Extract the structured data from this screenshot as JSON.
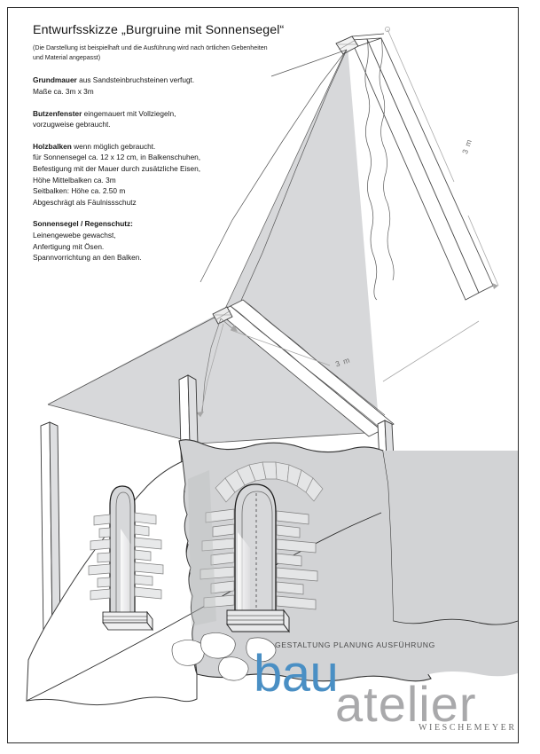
{
  "document": {
    "title": "Entwurfsskizze  „Burgruine mit Sonnensegel“",
    "subnote_line1": "(Die Darstellung ist beispielhaft und die Ausführung wird nach örtlichen",
    "subnote_line2": "Gebenheiten und Material angepasst)"
  },
  "sections": [
    {
      "heading": "Grundmauer",
      "heading_rest": " aus Sandsteinbruchsteinen verfugt.",
      "lines": [
        "Maße ca. 3m x 3m"
      ]
    },
    {
      "heading": "Butzenfenster",
      "heading_rest": " eingemauert mit Vollziegeln,",
      "lines": [
        "vorzugweise gebraucht."
      ]
    },
    {
      "heading": "Holzbalken",
      "heading_rest": " wenn möglich gebraucht.",
      "lines": [
        "für Sonnensegel ca. 12 x 12 cm, in Balkenschuhen,",
        "Befestigung mit der Mauer durch zusätzliche Eisen,",
        "Höhe Mittelbalken ca. 3m",
        "Seitbalken: Höhe ca. 2.50 m",
        "Abgeschrägt als Fäulnissschutz"
      ]
    },
    {
      "heading": "Sonnensegel / Regenschutz:",
      "heading_rest": "",
      "lines": [
        "Leinengewebe gewachst,",
        "Anfertigung mit Ösen.",
        "Spannvorrichtung an den Balken."
      ]
    }
  ],
  "dimensions": {
    "vertical": "3 m",
    "diagonal": "3 m"
  },
  "logo": {
    "tagline": "GESTALTUNG   PLANUNG   AUSFÜHRUNG",
    "word_primary": "bau",
    "word_secondary": "atelier",
    "name": "WIESCHEMEYER"
  },
  "colors": {
    "logo_blue": "#4a8fc4",
    "logo_gray": "#a9a9ab",
    "ruin_fill": "#d2d3d5",
    "sail_fill": "#cccdcf",
    "outline": "#2b2b2b",
    "dimension_gray": "#9a9a9a",
    "page_bg": "#ffffff"
  },
  "drawing": {
    "type": "architectural-perspective-sketch",
    "subject": "Burgruine mit Sonnensegel",
    "elements": [
      "sun-sail-canopy",
      "wooden-beam-mast",
      "ruin-wall",
      "arched-window-left",
      "arched-window-center",
      "brick-courses",
      "corner-post-left",
      "corner-post-right",
      "dimension-line-vertical",
      "dimension-line-diagonal"
    ]
  }
}
